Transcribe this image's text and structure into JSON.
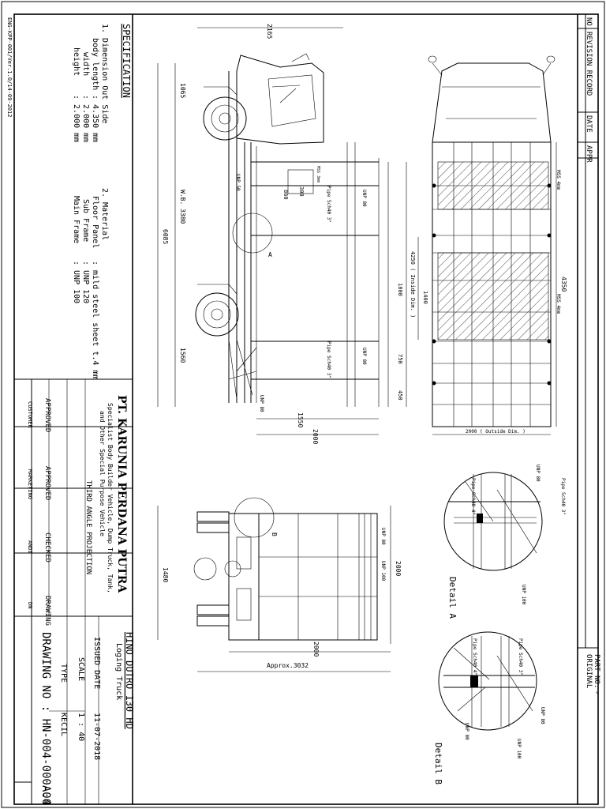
{
  "doc_code": "ENG-KPP-001/Ver.1.0/14-09-2012",
  "specification": {
    "title": "SPECIFICATION",
    "dimension_heading": "1. Dimension Out Side",
    "dims": [
      {
        "label": "body length",
        "value": ": 4.350 mm"
      },
      {
        "label": "width",
        "value": ": 2.000 mm"
      },
      {
        "label": "height",
        "value": ": 2.000 mm"
      }
    ],
    "material_heading": "2. Material",
    "materials": [
      {
        "label": "Floor Panel",
        "value": ": mild steel sheet t.4 mm"
      },
      {
        "label": "Sub Frame",
        "value": ": UNP 120"
      },
      {
        "label": "Main Frame",
        "value": ": UNP 100"
      }
    ]
  },
  "revision": {
    "headers": [
      "NO",
      "REVISION RECORD",
      "DATE",
      "APPR"
    ]
  },
  "original_part": {
    "label1": "ORIGINAL",
    "label2": "PART NO.",
    "value": "-"
  },
  "title_block": {
    "company": "PT. KARUNIA PERDANA PUTRA",
    "tagline1": "Specialist Body Builder Vehicle, Dump Truck, Tank,",
    "tagline2": "and Other Special Purpose Vehicle",
    "projection": "THIRD ANGLE PROJECTION",
    "product": "HINO DUTRO 130 HD",
    "product_sub": "Loging Truck",
    "issued_label": "ISSUED DATE",
    "issued_value": "11-07-2018",
    "scale_label": "SCALE",
    "scale_value": "1 : 40",
    "type_label": "TYPE",
    "type_value": "KECIL",
    "drawing_no": "DRAWING NO : HN-004-000-00",
    "sheet": "A.4",
    "roles": [
      {
        "role": "CUSTOMER",
        "status": "APPROVED"
      },
      {
        "role": "MARKETING",
        "status": "APPROVED"
      },
      {
        "role": "ANDI",
        "status": "CHECKED"
      },
      {
        "role": "DN",
        "status": "DRAWING"
      }
    ]
  },
  "side_view": {
    "dims": {
      "top": "2165",
      "overall": "6085",
      "wb": "W.B. 3380",
      "front": "1065",
      "rear": "1560",
      "len1550": "1550",
      "len2000": "2000",
      "h860": "860",
      "h300": "300",
      "h1800": "1800",
      "h750": "750",
      "h450": "450",
      "inside": "4250 ( Inside Dim. )",
      "h1400": "1400"
    },
    "labels": {
      "unp50": "UNP 50",
      "unp80a": "UNP 80",
      "unp80b": "UNP 80",
      "unp80c": "UNP 80",
      "pipe_a": "Pipe Sch40 3\"",
      "pipe_b": "Pipe Sch40 3\"",
      "mss": "MSS 3mm",
      "detail_a_mark": "A"
    }
  },
  "top_view": {
    "dims": {
      "length": "4350",
      "outside": "2000 ( Outside Dim. )"
    },
    "labels": {
      "mss_top": "MSS 4mm",
      "mss_mid": "MSS 4mm"
    }
  },
  "rear_view": {
    "dims": {
      "width": "2000",
      "approx": "Approx.3032",
      "h2000": "2000",
      "h1480": "1480"
    },
    "labels": {
      "unp80": "UNP 80",
      "unp100": "UNP 100",
      "detail_b_mark": "B"
    }
  },
  "detail_a": {
    "title": "Detail A",
    "labels": {
      "pipe4": "Pipe Sch40 4\"",
      "pipe3": "Pipe Sch40 3\"",
      "unp80": "UNP 80",
      "unp100": "UNP 100"
    }
  },
  "detail_b": {
    "title": "Detail B",
    "labels": {
      "pipe4": "Pipe Sch40 4\"",
      "pipe3": "Pipe Sch40 3\"",
      "unp80a": "UNP 80",
      "unp80b": "UNP 80",
      "unp100": "UNP 100"
    }
  }
}
